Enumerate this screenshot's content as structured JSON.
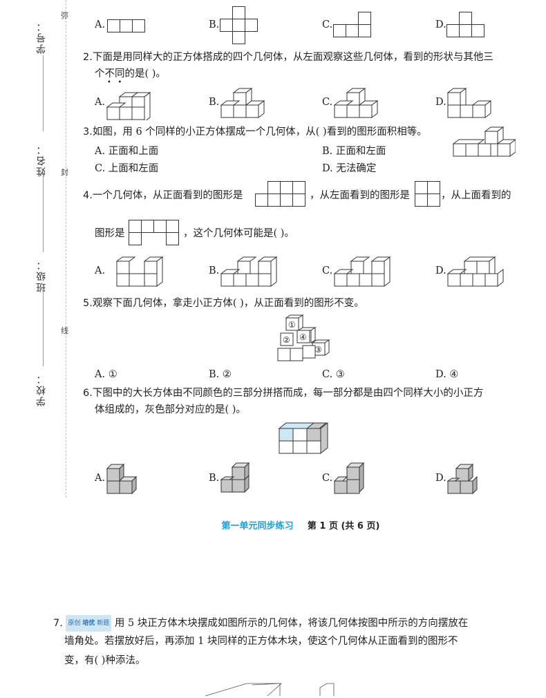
{
  "margin": {
    "labels": [
      "学号：",
      "姓名：",
      "班级：",
      "学校："
    ],
    "seps": [
      "弥",
      "封",
      "线"
    ]
  },
  "q1": {
    "options": [
      "A.",
      "B.",
      "C.",
      "D."
    ]
  },
  "q2": {
    "num": "2.",
    "line1": "下面是用同样大的正方体搭成的四个几何体，从左面观察这些几何体，看到的形状与其他三",
    "line2": "个不同的是(     )。",
    "options": [
      "A.",
      "B.",
      "C.",
      "D."
    ]
  },
  "q3": {
    "num": "3.",
    "text": "如图，用 6 个同样的小正方体摆成一个几何体，从(     )看到的图形面积相等。",
    "options": [
      "A. 正面和上面",
      "B. 正面和左面",
      "C. 上面和左面",
      "D. 无法确定"
    ]
  },
  "q4": {
    "num": "4.",
    "part1": "一个几何体，从正面看到的图形是",
    "part2": "，从左面看到的图形是",
    "part3": "，从上面看到的",
    "part4": "图形是",
    "part5": "，这个几何体可能是(     )。",
    "options": [
      "A.",
      "B.",
      "C.",
      "D."
    ]
  },
  "q5": {
    "num": "5.",
    "text": "观察下面几何体，拿走小正方体(     )，从正面看到的图形不变。",
    "circles": [
      "①",
      "②",
      "④",
      "③"
    ],
    "options": [
      "A. ①",
      "B. ②",
      "C. ③",
      "D. ④"
    ]
  },
  "q6": {
    "num": "6.",
    "line1": "下图中的大长方体由不同颜色的三部分拼搭而成，每一部分都是由四个同样大小的小正方",
    "line2": "体组成的，灰色部分对应的是(     )。",
    "options": [
      "A.",
      "B.",
      "C.",
      "D."
    ]
  },
  "footer": {
    "unit": "第一单元同步练习",
    "page": "第 1 页 (共 6 页)"
  },
  "q7": {
    "num": "7.",
    "tag1": "原创",
    "tag2": "培优",
    "tag3": "新题",
    "line1": "用 5 块正方体木块摆成如图所示的几何体，将该几何体按图中所示的方向摆放在",
    "line2": "墙角处。若摆放好后，再添加 1 块同样的正方体木块，使这个几何体从正面看到的图形不",
    "line3": "变，有(     )种添法。"
  },
  "colors": {
    "accent": "#1a9fd8",
    "gray": "#c8c8c8",
    "lightblue": "#cfe8f5"
  }
}
